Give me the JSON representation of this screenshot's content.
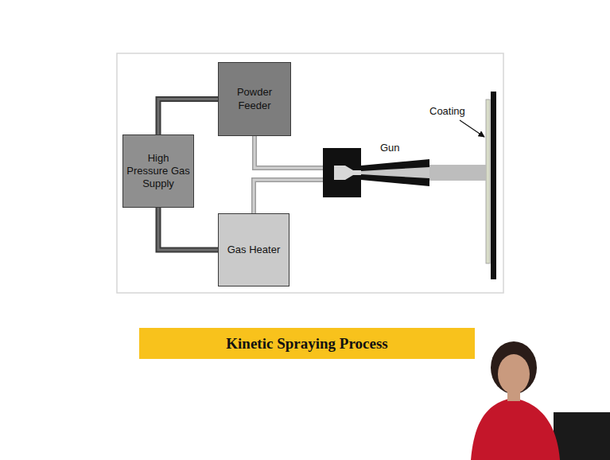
{
  "diagram": {
    "caption": "Kinetic Spraying Process",
    "nodes": [
      {
        "text": [
          "Powder Feeder"
        ]
      },
      {
        "text": [
          "High Pressure Gas Supply"
        ]
      },
      {
        "text": [
          "Gas Heater"
        ]
      },
      {
        "text": [
          "Gun"
        ]
      }
    ],
    "edges": [
      {
        "from": 1,
        "to": 0,
        "arrow": "none"
      },
      {
        "from": 1,
        "to": 2,
        "arrow": "none"
      },
      {
        "from": 0,
        "to": 3,
        "arrow": "none"
      },
      {
        "from": 2,
        "to": 3,
        "arrow": "none"
      }
    ],
    "labels": [
      "Coating"
    ]
  }
}
